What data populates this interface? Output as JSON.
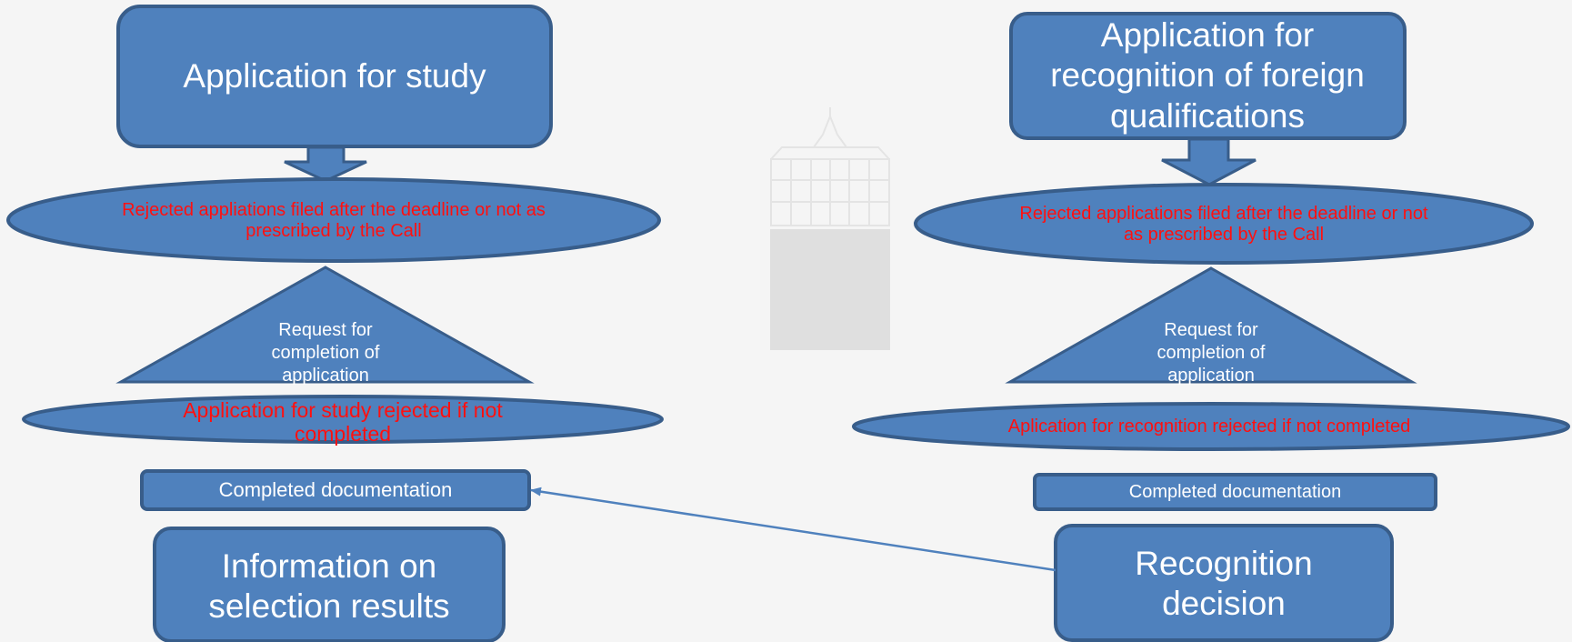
{
  "left_column": {
    "top_box": "Application for study",
    "rejection_ellipse": "Rejected appliations filed after the deadline or not as prescribed by the Call",
    "request_triangle": "Request for completion of application",
    "not_completed_ellipse": "Application for study rejected if not completed",
    "completed_box": "Completed documentation",
    "result_box": "Information on selection results"
  },
  "right_column": {
    "top_box": "Application for recognition of foreign qualifications",
    "rejection_ellipse": "Rejected applications filed after the deadline or not as prescribed by the Call",
    "request_triangle": "Request for completion of application",
    "not_completed_ellipse": "Aplication for recognition rejected if not completed",
    "completed_box": "Completed documentation",
    "result_box": "Recognition decision"
  },
  "colors": {
    "shape_fill": "#4f81bd",
    "shape_stroke": "#385d8a",
    "rejection_text": "#ff1010",
    "background": "#f5f5f5",
    "logo": "#dddddd"
  }
}
